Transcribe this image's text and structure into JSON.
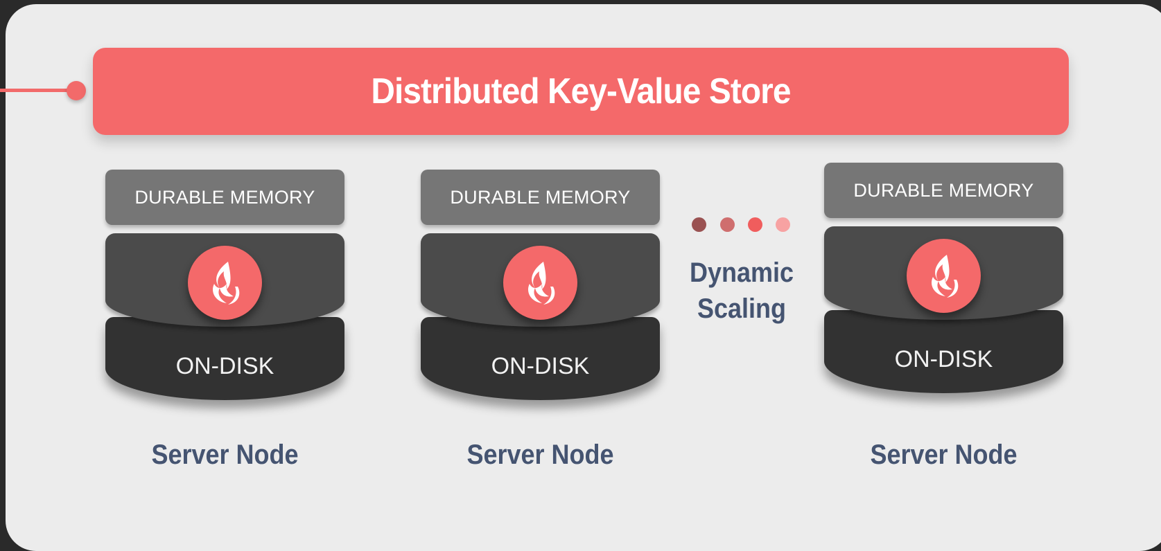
{
  "store": {
    "title": "Distributed Key-Value Store",
    "color": "#f4696a"
  },
  "nodes": [
    {
      "memory_label": "DURABLE MEMORY",
      "disk_label": "ON-DISK",
      "caption": "Server Node",
      "icon": "flame-icon"
    },
    {
      "memory_label": "DURABLE MEMORY",
      "disk_label": "ON-DISK",
      "caption": "Server Node",
      "icon": "flame-icon"
    },
    {
      "memory_label": "DURABLE MEMORY",
      "disk_label": "ON-DISK",
      "caption": "Server Node",
      "icon": "flame-icon"
    }
  ],
  "scaling": {
    "line1": "Dynamic",
    "line2": "Scaling",
    "dot_colors": [
      "#9a5252",
      "#cf6e6e",
      "#f05d5d",
      "#f7a2a2"
    ]
  },
  "colors": {
    "caption_text": "#455471",
    "background": "#ececec"
  }
}
